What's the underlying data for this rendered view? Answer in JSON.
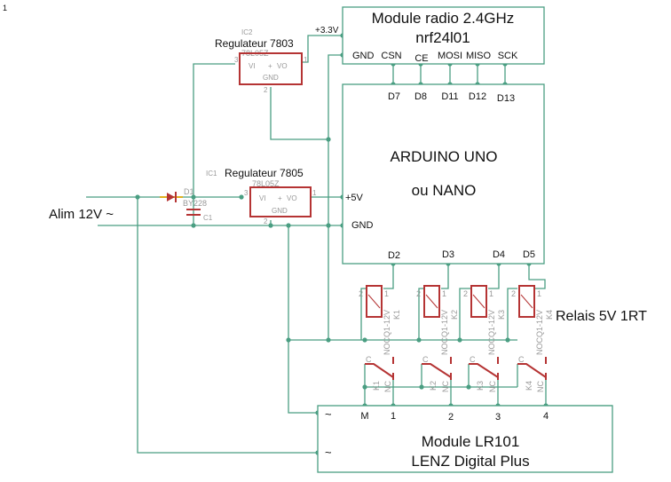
{
  "page_number": "1",
  "radio_module": {
    "title": "Module radio 2.4GHz",
    "subtitle": "nrf24l01",
    "pins": [
      "GND",
      "CSN",
      "CE",
      "MOSI",
      "MISO",
      "SCK"
    ],
    "supply_label": "+3.3V"
  },
  "arduino": {
    "title": "ARDUINO UNO",
    "subtitle": "ou NANO",
    "top_pins": [
      "D7",
      "D8",
      "D11",
      "D12",
      "D13"
    ],
    "bottom_pins": [
      "D2",
      "D3",
      "D4",
      "D5"
    ],
    "supply_labels": [
      "+5V",
      "GND"
    ]
  },
  "regulator_3v3": {
    "label": "Regulateur 7803",
    "part": "78L05Z",
    "ref": "IC2",
    "pins": {
      "vi": "VI",
      "plus": "+",
      "vo": "VO",
      "gnd": "GND",
      "p1": "1",
      "p2": "2",
      "p3": "3"
    }
  },
  "regulator_5v": {
    "label": "Regulateur 7805",
    "part": "78L05Z",
    "ref": "IC1",
    "pins": {
      "vi": "VI",
      "plus": "+",
      "vo": "VO",
      "gnd": "GND",
      "p1": "1",
      "p2": "2",
      "p3": "3"
    }
  },
  "diode": {
    "ref": "D1",
    "part": "BY228"
  },
  "capacitor": {
    "ref": "C1"
  },
  "power_input": {
    "label": "Alim 12V ~"
  },
  "relays": {
    "label": "Relais 5V 1RT",
    "items": [
      {
        "ref": "K1",
        "part": "NOCQ1-12V",
        "contact": "K1"
      },
      {
        "ref": "K2",
        "part": "NOCQ1-12V",
        "contact": "K2"
      },
      {
        "ref": "K3",
        "part": "NOCQ1-12V",
        "contact": "K3"
      },
      {
        "ref": "K4",
        "part": "NOCQ1-12V",
        "contact": "K4"
      }
    ],
    "coil_pins": [
      "2",
      "1"
    ],
    "contact_labels": [
      "C",
      "NC"
    ]
  },
  "lr101": {
    "title": "Module LR101",
    "subtitle": "LENZ Digital Plus",
    "pins": [
      "M",
      "1",
      "2",
      "3",
      "4"
    ],
    "ac_symbol": "~"
  },
  "colors": {
    "wire": "#4a9e82",
    "component": "#b53434"
  }
}
